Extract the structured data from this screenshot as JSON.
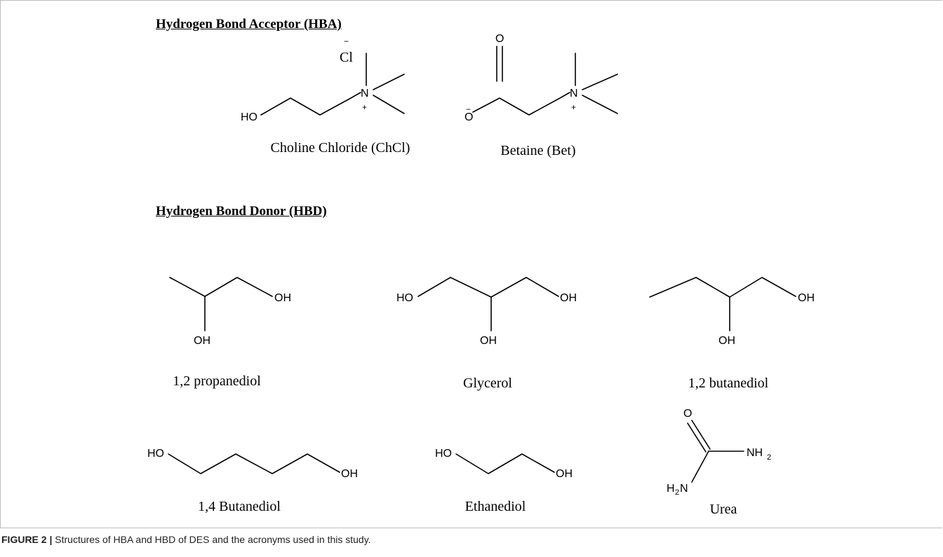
{
  "figure": {
    "caption_label": "FIGURE 2 |",
    "caption_text": " Structures of HBA and HBD of DES and the acronyms used in this study."
  },
  "sections": {
    "hba_heading": "Hydrogen Bond Acceptor (HBA)",
    "hbd_heading": "Hydrogen Bond Donor (HBD)"
  },
  "compounds": {
    "choline_chloride": "Choline Chloride (ChCl)",
    "betaine": "Betaine (Bet)",
    "propanediol_12": "1,2 propanediol",
    "glycerol": "Glycerol",
    "butanediol_12": "1,2 butanediol",
    "butanediol_14": "1,4 Butanediol",
    "ethanediol": "Ethanediol",
    "urea": "Urea"
  },
  "atoms": {
    "cl": "Cl",
    "minus": "−",
    "plus": "+",
    "n": "N",
    "o": "O",
    "ho": "HO",
    "oh": "OH",
    "nh": "NH",
    "h": "H",
    "sub2": "2"
  }
}
